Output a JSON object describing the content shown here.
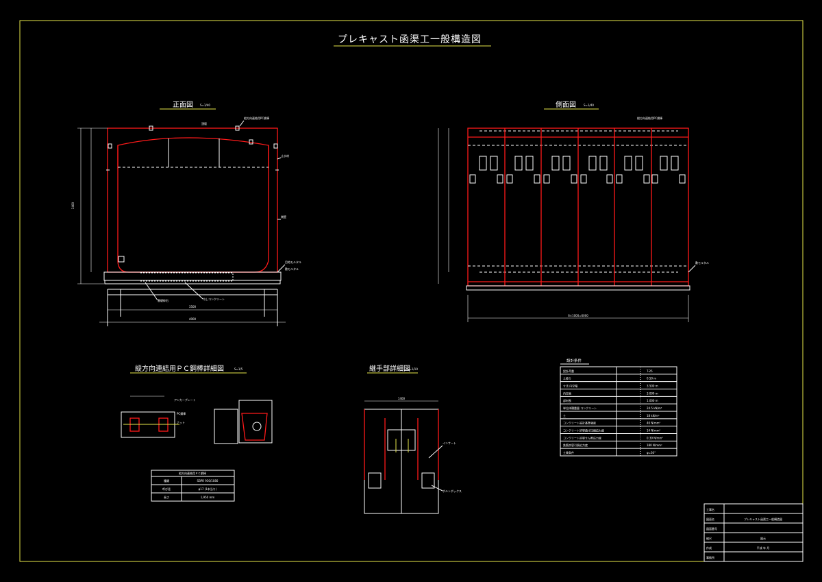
{
  "drawing_title": "プレキャスト函渠工一般構造図",
  "views": {
    "front": {
      "title": "正面図",
      "scale": "S=1/40"
    },
    "side": {
      "title": "側面図",
      "scale": "S=1/40"
    },
    "pc_detail": {
      "title": "縦方向連結用ＰＣ鋼棒詳細図",
      "scale": "S=1/5"
    },
    "joint_detail": {
      "title": "継手部詳細図",
      "scale": "S=1/10"
    },
    "design_table": {
      "title": "設計条件"
    }
  },
  "labels": {
    "haunch": "頂版",
    "pc_link": "縦方向連結用PC鋼棒",
    "waterstop": "止水材",
    "wall": "側壁",
    "leveling": "均しコンクリート",
    "gravel": "基礎砕石",
    "base_mortar": "敷モルタル",
    "grout": "目地モルタル",
    "anchor_plate": "アンカープレート",
    "pc_bar": "PC鋼棒",
    "nut": "ナット",
    "insert": "インサート",
    "bolt_box": "ボルトボックス"
  },
  "pc_table": {
    "title": "縦方向連結用ＰＣ鋼棒",
    "rows": [
      [
        "種類",
        "SBPR 930/1080"
      ],
      [
        "呼び径",
        "φ17 (1本当り)"
      ],
      [
        "長さ",
        "1,950 mm"
      ]
    ]
  },
  "design_conditions": [
    [
      "設計荷重",
      "T-25"
    ],
    [
      "土被り",
      "0.50 m"
    ],
    [
      "寸法 内空幅",
      "3.500 m"
    ],
    [
      "内空高",
      "3.000 m"
    ],
    [
      "部材長",
      "1.000 m"
    ],
    [
      "単位体積重量 コンクリート",
      "24.5 kN/m³"
    ],
    [
      "土",
      "18 kN/m³"
    ],
    [
      "コンクリート設計基準強度",
      "40 N/mm²"
    ],
    [
      "コンクリート許容曲げ圧縮応力度",
      "14 N/mm²"
    ],
    [
      "コンクリート許容せん断応力度",
      "0.39 N/mm²"
    ],
    [
      "鉄筋許容引張応力度",
      "180 N/mm²"
    ],
    [
      "土質条件",
      "φ=30°"
    ]
  ],
  "title_block": {
    "rows": [
      [
        "工事名",
        ""
      ],
      [
        "図面名",
        "プレキャスト函渠工一般構造図"
      ],
      [
        "図面番号",
        ""
      ],
      [
        "縮尺",
        "図示"
      ],
      [
        "作成",
        "平成 年 月"
      ],
      [
        "事務所",
        ""
      ]
    ]
  },
  "dimensions": {
    "front_width": "4000",
    "front_inner": "3500",
    "front_height": "3400",
    "side_length": "6×1000=6000",
    "joint_width": "1400"
  },
  "colors": {
    "background": "#000000",
    "frame": "#e8e84a",
    "structure": "#ff1a1a",
    "lines": "#ffffff"
  }
}
